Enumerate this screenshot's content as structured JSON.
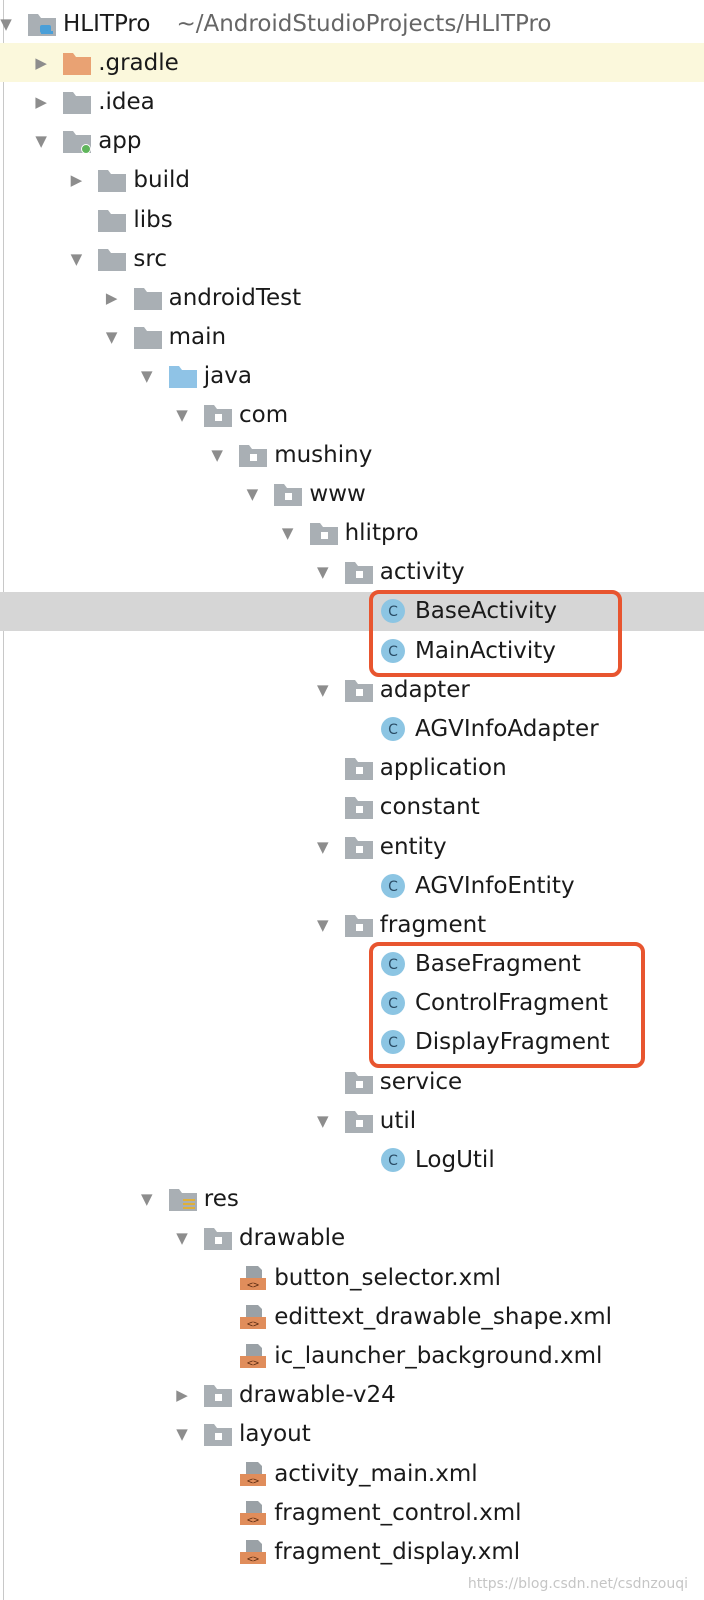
{
  "colors": {
    "folder": "#a9afb4",
    "folder_gradle": "#e9a273",
    "folder_java": "#8fc3e6",
    "class_icon": "#8cc5e3",
    "xml_icon": "#e08d5b",
    "highlight_box": "#e8552f",
    "selected_row": "#d6d6d6",
    "project_row": "#fbf8dc"
  },
  "tree": {
    "rows": [
      {
        "label": "HLITPro",
        "path": "~/AndroidStudioProjects/HLITPro",
        "depth": 0,
        "arrow": "down",
        "icon": "project-folder-icon",
        "name": "tree-item-hlitpro"
      },
      {
        "label": ".gradle",
        "depth": 1,
        "arrow": "right",
        "icon": "folder-orange-icon",
        "name": "tree-item-gradle",
        "highlight": "yellow"
      },
      {
        "label": ".idea",
        "depth": 1,
        "arrow": "right",
        "icon": "folder-icon",
        "name": "tree-item-idea"
      },
      {
        "label": "app",
        "depth": 1,
        "arrow": "down",
        "icon": "module-folder-icon",
        "name": "tree-item-app"
      },
      {
        "label": "build",
        "depth": 2,
        "arrow": "right",
        "icon": "folder-icon",
        "name": "tree-item-build"
      },
      {
        "label": "libs",
        "depth": 2,
        "arrow": "none",
        "icon": "folder-icon",
        "name": "tree-item-libs"
      },
      {
        "label": "src",
        "depth": 2,
        "arrow": "down",
        "icon": "folder-icon",
        "name": "tree-item-src"
      },
      {
        "label": "androidTest",
        "depth": 3,
        "arrow": "right",
        "icon": "folder-icon",
        "name": "tree-item-androidtest"
      },
      {
        "label": "main",
        "depth": 3,
        "arrow": "down",
        "icon": "folder-icon",
        "name": "tree-item-main"
      },
      {
        "label": "java",
        "depth": 4,
        "arrow": "down",
        "icon": "folder-blue-icon",
        "name": "tree-item-java"
      },
      {
        "label": "com",
        "depth": 5,
        "arrow": "down",
        "icon": "package-icon",
        "name": "tree-item-com"
      },
      {
        "label": "mushiny",
        "depth": 6,
        "arrow": "down",
        "icon": "package-icon",
        "name": "tree-item-mushiny"
      },
      {
        "label": "www",
        "depth": 7,
        "arrow": "down",
        "icon": "package-icon",
        "name": "tree-item-www"
      },
      {
        "label": "hlitpro",
        "depth": 8,
        "arrow": "down",
        "icon": "package-icon",
        "name": "tree-item-hlitpro-package"
      },
      {
        "label": "activity",
        "depth": 9,
        "arrow": "down",
        "icon": "package-icon",
        "name": "tree-item-activity"
      },
      {
        "label": "BaseActivity",
        "depth": 10,
        "arrow": "none",
        "icon": "class-icon",
        "name": "tree-item-baseactivity",
        "highlight": "gray"
      },
      {
        "label": "MainActivity",
        "depth": 10,
        "arrow": "none",
        "icon": "class-icon",
        "name": "tree-item-mainactivity"
      },
      {
        "label": "adapter",
        "depth": 9,
        "arrow": "down",
        "icon": "package-icon",
        "name": "tree-item-adapter"
      },
      {
        "label": "AGVInfoAdapter",
        "depth": 10,
        "arrow": "none",
        "icon": "class-icon",
        "name": "tree-item-agvinfoadapter"
      },
      {
        "label": "application",
        "depth": 9,
        "arrow": "none",
        "icon": "package-icon",
        "name": "tree-item-application"
      },
      {
        "label": "constant",
        "depth": 9,
        "arrow": "none",
        "icon": "package-icon",
        "name": "tree-item-constant"
      },
      {
        "label": "entity",
        "depth": 9,
        "arrow": "down",
        "icon": "package-icon",
        "name": "tree-item-entity"
      },
      {
        "label": "AGVInfoEntity",
        "depth": 10,
        "arrow": "none",
        "icon": "class-icon",
        "name": "tree-item-agvinfoentity"
      },
      {
        "label": "fragment",
        "depth": 9,
        "arrow": "down",
        "icon": "package-icon",
        "name": "tree-item-fragment"
      },
      {
        "label": "BaseFragment",
        "depth": 10,
        "arrow": "none",
        "icon": "class-icon",
        "name": "tree-item-basefragment"
      },
      {
        "label": "ControlFragment",
        "depth": 10,
        "arrow": "none",
        "icon": "class-icon",
        "name": "tree-item-controlfragment"
      },
      {
        "label": "DisplayFragment",
        "depth": 10,
        "arrow": "none",
        "icon": "class-icon",
        "name": "tree-item-displayfragment"
      },
      {
        "label": "service",
        "depth": 9,
        "arrow": "none",
        "icon": "package-icon",
        "name": "tree-item-service"
      },
      {
        "label": "util",
        "depth": 9,
        "arrow": "down",
        "icon": "package-icon",
        "name": "tree-item-util"
      },
      {
        "label": "LogUtil",
        "depth": 10,
        "arrow": "none",
        "icon": "class-icon",
        "name": "tree-item-logutil"
      },
      {
        "label": "res",
        "depth": 4,
        "arrow": "down",
        "icon": "res-folder-icon",
        "name": "tree-item-res"
      },
      {
        "label": "drawable",
        "depth": 5,
        "arrow": "down",
        "icon": "package-icon",
        "name": "tree-item-drawable"
      },
      {
        "label": "button_selector.xml",
        "depth": 6,
        "arrow": "none",
        "icon": "xml-file-icon",
        "name": "tree-item-button-selector-xml"
      },
      {
        "label": "edittext_drawable_shape.xml",
        "depth": 6,
        "arrow": "none",
        "icon": "xml-file-icon",
        "name": "tree-item-edittext-drawable-shape-xml"
      },
      {
        "label": "ic_launcher_background.xml",
        "depth": 6,
        "arrow": "none",
        "icon": "xml-file-icon",
        "name": "tree-item-ic-launcher-background-xml"
      },
      {
        "label": "drawable-v24",
        "depth": 5,
        "arrow": "right",
        "icon": "package-icon",
        "name": "tree-item-drawable-v24"
      },
      {
        "label": "layout",
        "depth": 5,
        "arrow": "down",
        "icon": "package-icon",
        "name": "tree-item-layout"
      },
      {
        "label": "activity_main.xml",
        "depth": 6,
        "arrow": "none",
        "icon": "xml-file-icon",
        "name": "tree-item-activity-main-xml"
      },
      {
        "label": "fragment_control.xml",
        "depth": 6,
        "arrow": "none",
        "icon": "xml-file-icon",
        "name": "tree-item-fragment-control-xml"
      },
      {
        "label": "fragment_display.xml",
        "depth": 6,
        "arrow": "none",
        "icon": "xml-file-icon",
        "name": "tree-item-fragment-display-xml"
      }
    ]
  },
  "watermark": "https://blog.csdn.net/csdnzouqi"
}
